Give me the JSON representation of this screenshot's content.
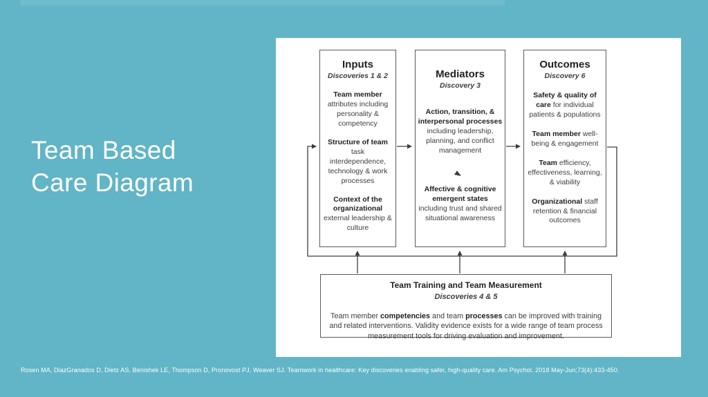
{
  "slide": {
    "title_lines": [
      "Team Based",
      "Care Diagram"
    ],
    "citation": "Rosen MA, DiazGranados D, Dietz AS, Benishek LE, Thompson D, Pronovost PJ, Weaver SJ. Teamwork in healthcare: Key discoveries enabling safer, high-quality care. Am Psychol. 2018 May-Jun;73(4):433-450."
  },
  "colors": {
    "background": "#61b5c6",
    "panel": "#ffffff",
    "line": "#3d3d3d",
    "text": "#3c3c3c"
  },
  "diagram": {
    "inputs": {
      "title": "Inputs",
      "subtitle": "Discoveries 1 & 2",
      "sections": [
        {
          "bold": "Team member",
          "rest": "attributes including personality & competency"
        },
        {
          "bold": "Structure of team",
          "rest": "task interdependence, technology & work processes"
        },
        {
          "bold": "Context of the organizational",
          "rest": "external leadership & culture"
        }
      ]
    },
    "mediators": {
      "title": "Mediators",
      "subtitle": "Discovery 3",
      "sections": [
        {
          "bold": "Action, transition, & interpersonal processes",
          "rest": "including leadership, planning, and conflict management"
        },
        {
          "bold": "Affective & cognitive emergent states",
          "rest": "including trust and shared situational awareness"
        }
      ]
    },
    "outcomes": {
      "title": "Outcomes",
      "subtitle": "Discovery 6",
      "sections": [
        {
          "bold": "Safety & quality of care",
          "rest": "for individual patients & populations"
        },
        {
          "bold": "Team member",
          "rest": "well-being & engagement"
        },
        {
          "bold": "Team",
          "rest": "efficiency, effectiveness, learning, & viability"
        },
        {
          "bold": "Organizational",
          "rest": "staff retention & financial outcomes"
        }
      ]
    },
    "training": {
      "title": "Team Training and Team Measurement",
      "subtitle": "Discoveries 4 & 5",
      "body": [
        "Team member ",
        "competencies",
        " and team ",
        "processes",
        " can be improved with training and related interventions. Validity evidence exists for a wide range of team process measurement tools for driving evaluation and improvement."
      ]
    }
  }
}
